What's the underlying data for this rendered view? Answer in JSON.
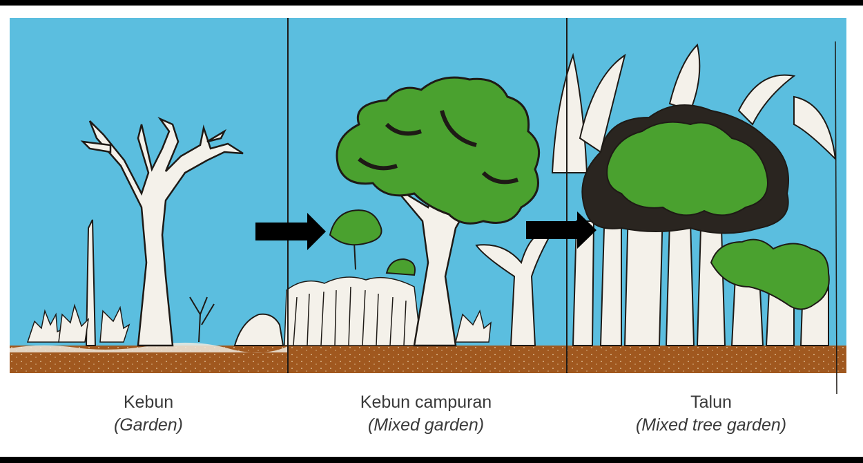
{
  "colors": {
    "sky": "#5bbedf",
    "soil": "#a0581f",
    "foliage": "#4aa12f",
    "ink": "#1e1a16",
    "trunk": "#f4f1ea"
  },
  "stages": [
    {
      "name": "Kebun",
      "translation": "(Garden)"
    },
    {
      "name": "Kebun campuran",
      "translation": "(Mixed garden)"
    },
    {
      "name": "Talun",
      "translation": "(Mixed tree garden)"
    }
  ],
  "arrows": [
    "arrow-right-icon",
    "arrow-right-icon"
  ]
}
